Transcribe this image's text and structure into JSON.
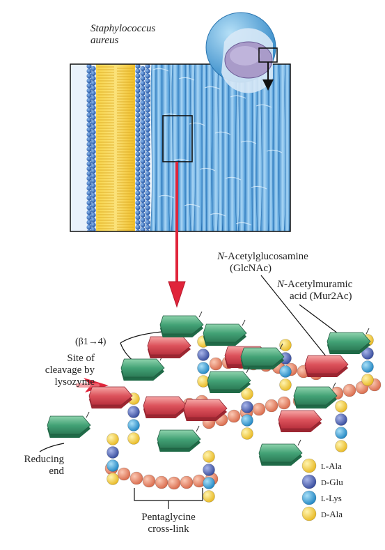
{
  "organism": {
    "line1": "Staphylococcus",
    "line2": "aureus"
  },
  "labels": {
    "glcnac_prefix": "N",
    "glcnac_line1": "-Acetylglucosamine",
    "glcnac_line2": "(GlcNAc)",
    "murnac_prefix": "N",
    "murnac_line1": "-Acetylmuramic",
    "murnac_line2": "acid (Mur2Ac)",
    "beta_link": "(β1→4)",
    "cleavage_line1": "Site of",
    "cleavage_line2": "cleavage by",
    "cleavage_line3": "lysozyme",
    "reducing_line1": "Reducing",
    "reducing_line2": "end",
    "pentaglycine_line1": "Pentaglycine",
    "pentaglycine_line2": "cross-link"
  },
  "peptide": {
    "residues": [
      {
        "prefix": "L",
        "name": "-Ala"
      },
      {
        "prefix": "D",
        "name": "-Glu"
      },
      {
        "prefix": "L",
        "name": "-Lys"
      },
      {
        "prefix": "D",
        "name": "-Ala"
      }
    ]
  },
  "colors": {
    "glcnac": "#3f9a6e",
    "murnac": "#d94b54",
    "glycine": "#e88d6f",
    "ala": "#f2d04a",
    "glu": "#4a63b5",
    "lys": "#3aa0d8",
    "arrow": "#e0243a",
    "membrane_lipid": "#f3c53a",
    "wall_fiber": "#4f9fdb"
  }
}
